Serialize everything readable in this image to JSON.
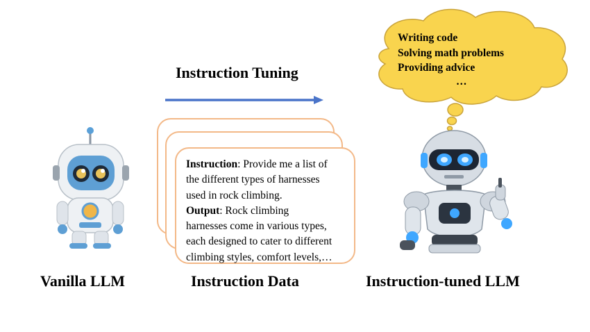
{
  "diagram": {
    "arrow_label": "Instruction Tuning",
    "vanilla_label": "Vanilla LLM",
    "data_label": "Instruction Data",
    "tuned_label": "Instruction-tuned LLM",
    "thought_bubble": {
      "lines": [
        "Writing code",
        "Solving math problems",
        "Providing advice"
      ],
      "ellipsis": "…"
    },
    "instruction_card": {
      "instruction_key": "Instruction",
      "instruction_line1": ": Provide me a list of",
      "instruction_line2": "the different types of harnesses",
      "instruction_line3": "used in rock climbing.",
      "output_key": "Output",
      "output_line1": ": Rock climbing",
      "output_line2": "harnesses come in various types,",
      "output_line3": "each designed to cater to different",
      "output_line4": "climbing styles, comfort levels,…"
    },
    "colors": {
      "arrow": "#4a74c9",
      "card_border": "#f3b887",
      "cloud_fill": "#f9d44e",
      "cloud_stroke": "#c9a33a"
    },
    "icons": [
      "vanilla-robot-icon",
      "tuned-robot-icon",
      "thought-cloud-icon"
    ]
  }
}
